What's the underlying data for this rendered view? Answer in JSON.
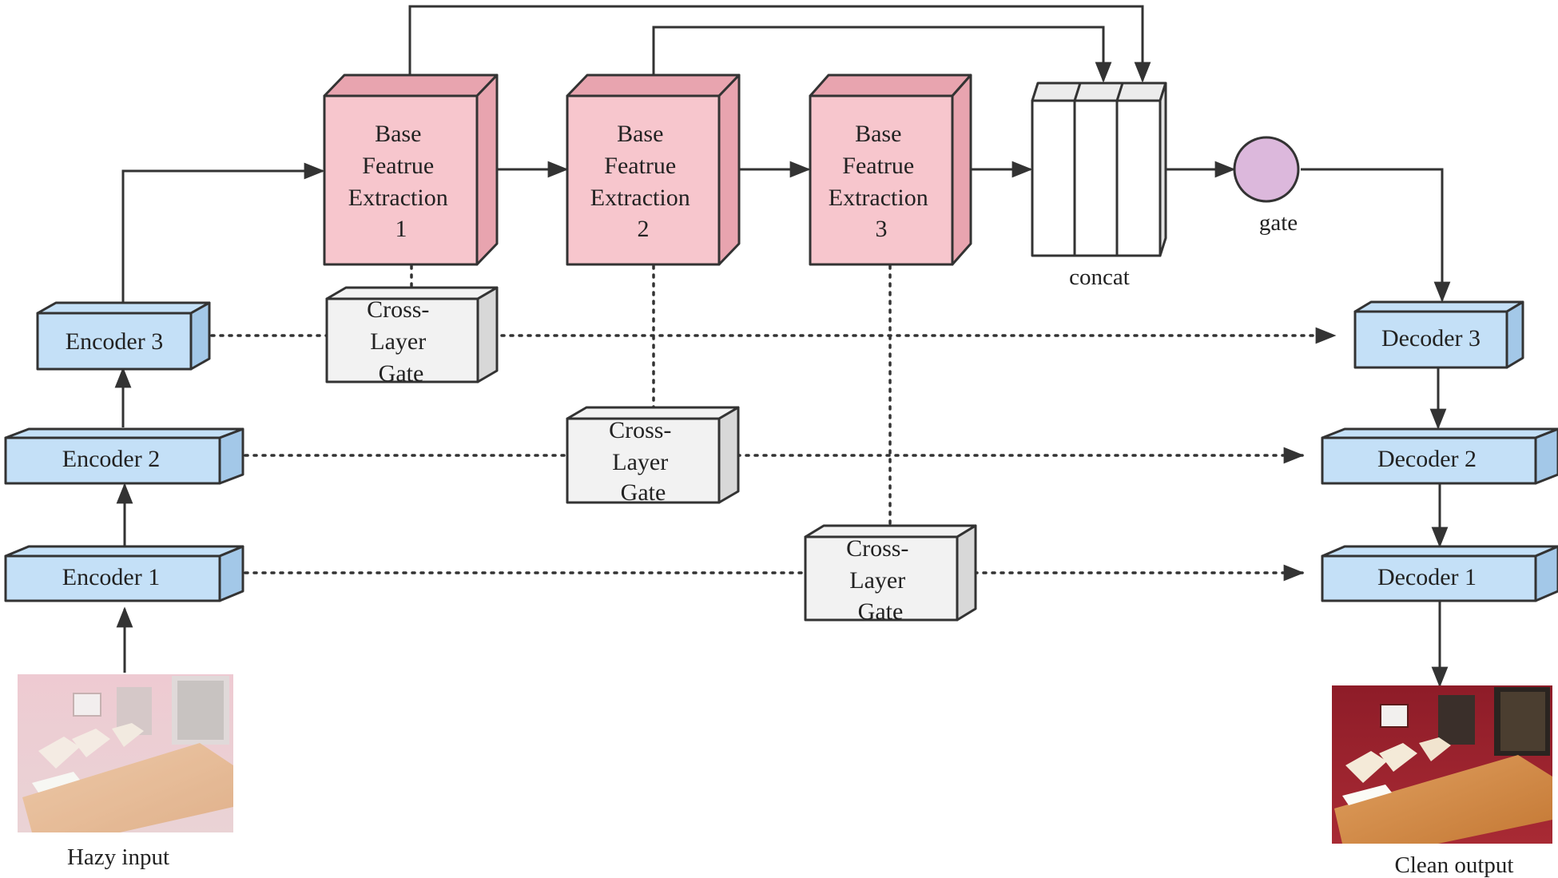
{
  "diagram": {
    "encoders": [
      {
        "id": "enc1",
        "label": "Encoder 1"
      },
      {
        "id": "enc2",
        "label": "Encoder 2"
      },
      {
        "id": "enc3",
        "label": "Encoder 3"
      }
    ],
    "decoders": [
      {
        "id": "dec1",
        "label": "Decoder 1"
      },
      {
        "id": "dec2",
        "label": "Decoder 2"
      },
      {
        "id": "dec3",
        "label": "Decoder 3"
      }
    ],
    "base_blocks": [
      {
        "id": "bfe1",
        "lines": [
          "Base",
          "Featrue",
          "Extraction",
          "1"
        ]
      },
      {
        "id": "bfe2",
        "lines": [
          "Base",
          "Featrue",
          "Extraction",
          "2"
        ]
      },
      {
        "id": "bfe3",
        "lines": [
          "Base",
          "Featrue",
          "Extraction",
          "3"
        ]
      }
    ],
    "gates": [
      {
        "id": "clg1",
        "lines": [
          "Cross-",
          "Layer",
          "Gate"
        ]
      },
      {
        "id": "clg2",
        "lines": [
          "Cross-",
          "Layer",
          "Gate"
        ]
      },
      {
        "id": "clg3",
        "lines": [
          "Cross-",
          "Layer",
          "Gate"
        ]
      }
    ],
    "concat_label": "concat",
    "gate_label": "gate",
    "input_label": "Hazy input",
    "output_label": "Clean output"
  },
  "colors": {
    "encoder_face": "#c4e0f7",
    "encoder_side": "#a3c8e8",
    "base_face": "#f7c6cd",
    "base_side": "#e8a4af",
    "gate_face": "#f2f2f2",
    "gate_side": "#d8d8d8",
    "gate_circle": "#dcb8dc",
    "line": "#333333"
  }
}
